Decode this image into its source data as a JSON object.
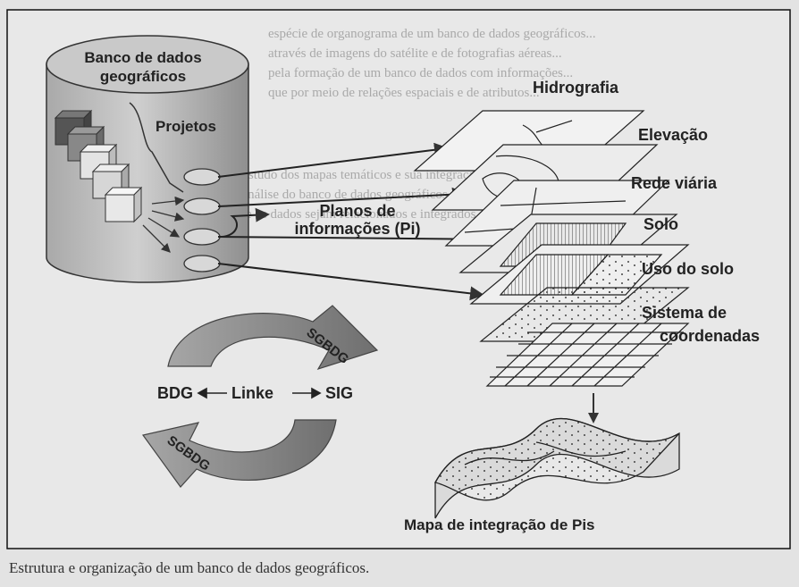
{
  "database": {
    "title_line1": "Banco de dados",
    "title_line2": "geográficos",
    "projects": "Projetos"
  },
  "planes": {
    "line1": "Planos de",
    "line2": "informações (Pi)"
  },
  "layers": [
    "Hidrografia",
    "Elevação",
    "Rede viária",
    "Solo",
    "Uso do solo",
    "Sistema de",
    "coordenadas"
  ],
  "cycle": {
    "top_arrow": "SGBDG",
    "bottom_arrow": "SGBDG",
    "bdg": "BDG",
    "link": "Linke",
    "sig": "SIG"
  },
  "result": "Mapa de integração de Pis",
  "caption": "Estrutura e organização de um banco de dados geográficos.",
  "background_text": [
    "espécie de organograma de um banco de dados geográficos...",
    "através de imagens do satélite e de fotografias aéreas...",
    "pela formação de um banco de dados com informações...",
    "que por meio de relações espaciais e de atributos...",
    "o estudo dos mapas temáticos e sua integração...",
    "a análise do banco de dados geográficos permite...",
    "que os dados sejam relacionados e integrados..."
  ]
}
